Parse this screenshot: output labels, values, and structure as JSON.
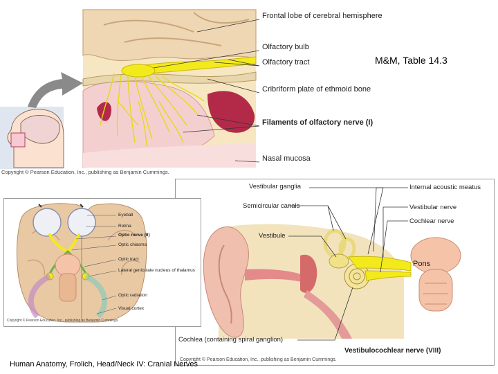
{
  "reference": "M&M, Table 14.3",
  "footer": "Human Anatomy, Frolich, Head/Neck IV:  Cranial Nerves",
  "olfactory": {
    "labels": {
      "frontal_lobe": "Frontal lobe of cerebral hemisphere",
      "olfactory_bulb": "Olfactory bulb",
      "olfactory_tract": "Olfactory tract",
      "cribriform_plate": "Cribriform plate of ethmoid bone",
      "filaments": "Filaments of olfactory nerve (I)",
      "nasal_mucosa": "Nasal mucosa"
    },
    "copyright": "Copyright © Pearson Education, Inc., publishing as Benjamin Cummings."
  },
  "optic": {
    "labels": {
      "eyeball": "Eyeball",
      "retina": "Retina",
      "optic_nerve": "Optic nerve (II)",
      "optic_chiasma": "Optic chiasma",
      "optic_tract": "Optic tract",
      "lateral_geniculate": "Lateral geniculate nucleus of thalamus",
      "optic_radiation": "Optic radiation",
      "visual_cortex": "Visual cortex"
    },
    "copyright": "Copyright © Pearson Education, Inc., publishing as Benjamin Cummings."
  },
  "vestibulocochlear": {
    "labels": {
      "vestibular_ganglia": "Vestibular ganglia",
      "semicircular_canals": "Semicircular canals",
      "vestibule": "Vestibule",
      "internal_acoustic_meatus": "Internal acoustic meatus",
      "vestibular_nerve": "Vestibular nerve",
      "cochlear_nerve": "Cochlear nerve",
      "pons": "Pons",
      "cochlea": "Cochlea (containing spiral ganglion)",
      "nerve_title": "Vestibulocochlear nerve (VIII)"
    },
    "copyright": "Copyright © Pearson Education, Inc., publishing as Benjamin Cummings."
  },
  "colors": {
    "nerve_yellow": "#f3ea1c",
    "tissue_pink": "#f2c6c6",
    "bone_cream": "#f2e3bd",
    "brain_tan": "#e9c9a4"
  }
}
